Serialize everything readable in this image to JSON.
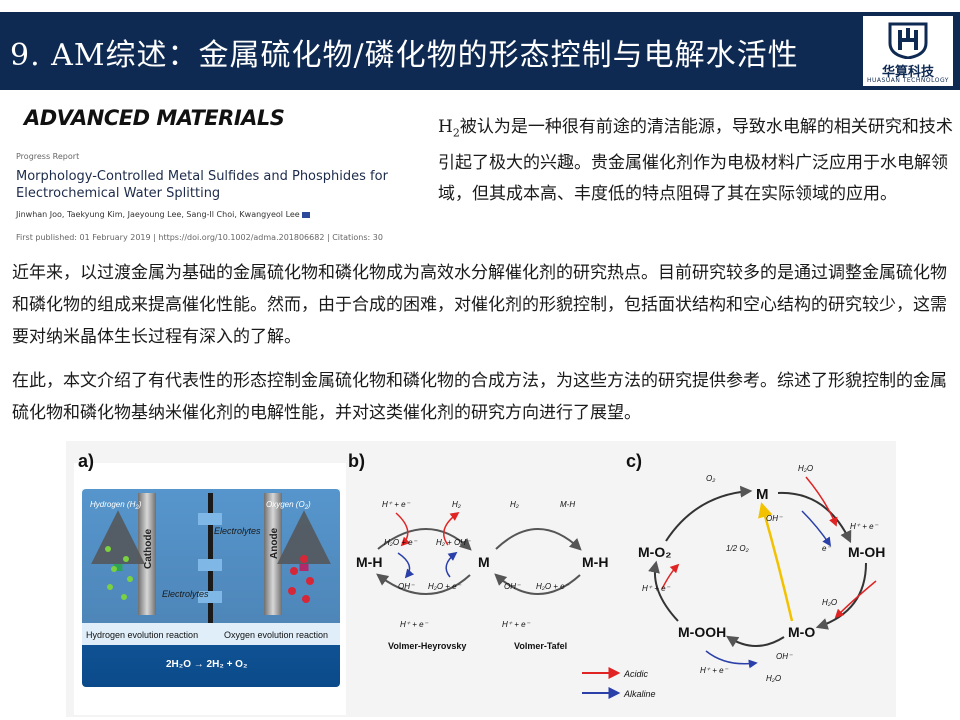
{
  "header": {
    "title": "9. AM综述：金属硫化物/磷化物的形态控制与电解水活性",
    "logo_cn": "华算科技",
    "logo_en": "HUASUAN TECHNOLOGY"
  },
  "paper": {
    "journal": "ADVANCED MATERIALS",
    "report_type": "Progress Report",
    "title": "Morphology-Controlled Metal Sulfides and Phosphides for Electrochemical Water Splitting",
    "authors": "Jinwhan Joo,  Taekyung Kim,  Jaeyoung Lee,  Sang-Il Choi,  Kwangyeol Lee",
    "meta": "First published: 01 February 2019  |  https://doi.org/10.1002/adma.201806682  |  Citations: 30"
  },
  "intro": {
    "h2_main": "H",
    "h2_sub": "2",
    "text": "被认为是一种很有前途的清洁能源，导致水电解的相关研究和技术引起了极大的兴趣。贵金属催化剂作为电极材料广泛应用于水电解领域，但其成本高、丰度低的特点阻碍了其在实际领域的应用。"
  },
  "paragraphs": {
    "p1": "近年来，以过渡金属为基础的金属硫化物和磷化物成为高效水分解催化剂的研究热点。目前研究较多的是通过调整金属硫化物和磷化物的组成来提高催化性能。然而，由于合成的困难，对催化剂的形貌控制，包括面状结构和空心结构的研究较少，这需要对纳米晶体生长过程有深入的了解。",
    "p2": "在此，本文介绍了有代表性的形态控制金属硫化物和磷化物的合成方法，为这些方法的研究提供参考。综述了形貌控制的金属硫化物和磷化物基纳米催化剂的电解性能，并对这类催化剂的研究方向进行了展望。"
  },
  "figure": {
    "a": {
      "label": "a)",
      "hydrogen": "Hydrogen (H",
      "hydrogen_sub": "2",
      "oxygen": "Oxygen (O",
      "oxygen_sub": "2",
      "cathode": "Cathode",
      "anode": "Anode",
      "electrolytes_top": "Electrolytes",
      "electrolytes_bottom": "Electrolytes",
      "her": "Hydrogen evolution reaction",
      "oer": "Oxygen evolution reaction",
      "equation": "2H₂O → 2H₂ + O₂"
    },
    "b": {
      "label": "b)",
      "mh_left": "M-H",
      "m": "M",
      "mh_right": "M-H",
      "h_plus_e": "H⁺ + e⁻",
      "h2": "H₂",
      "h2o_e": "H₂O + e⁻",
      "h2_oh": "H₂ + OH⁻",
      "oh": "OH⁻",
      "h2o_plus_e": "H₂O + e⁻",
      "mh_label": "M-H",
      "heyrovsky": "Volmer-Heyrovsky",
      "tafel": "Volmer-Tafel"
    },
    "c": {
      "label": "c)",
      "m": "M",
      "moh": "M-OH",
      "mo": "M-O",
      "mooh": "M-OOH",
      "mo2": "M-O₂",
      "o2": "O₂",
      "h2o": "H₂O",
      "oh": "OH⁻",
      "h_plus_e": "H⁺ + e⁻",
      "e": "e⁻",
      "half_o2": "1/2 O₂",
      "acidic": "Acidic",
      "alkaline": "Alkaline",
      "acidic_color": "#e02424",
      "alkaline_color": "#2a3fa8",
      "direct_color": "#f2c200"
    }
  }
}
